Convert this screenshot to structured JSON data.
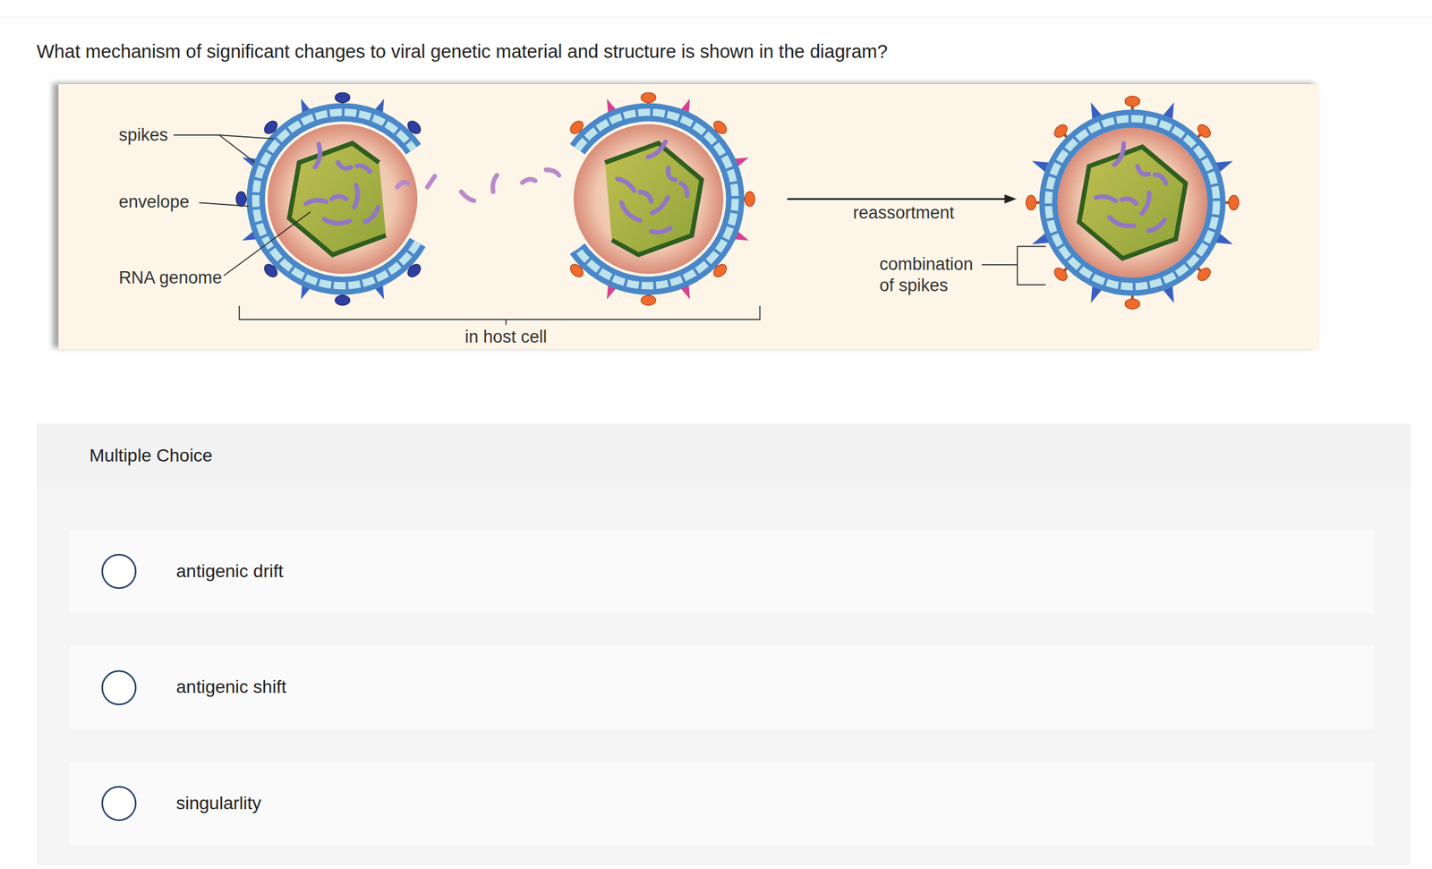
{
  "diagram": {
    "title": "What mechanism of significant changes to viral genetic material and structure is shown in the diagram?",
    "nodes": [
      {
        "text": [
          "Multiple Choice"
        ]
      },
      {
        "text": [
          "antigenic drift"
        ],
        "in": 0
      },
      {
        "text": [
          "antigenic shift"
        ],
        "in": 0
      },
      {
        "text": [
          "singularlity"
        ],
        "in": 0
      }
    ],
    "labels": [
      "spikes",
      "envelope",
      "RNA genome",
      "in host cell",
      "reassortment",
      "combination of spikes"
    ]
  }
}
